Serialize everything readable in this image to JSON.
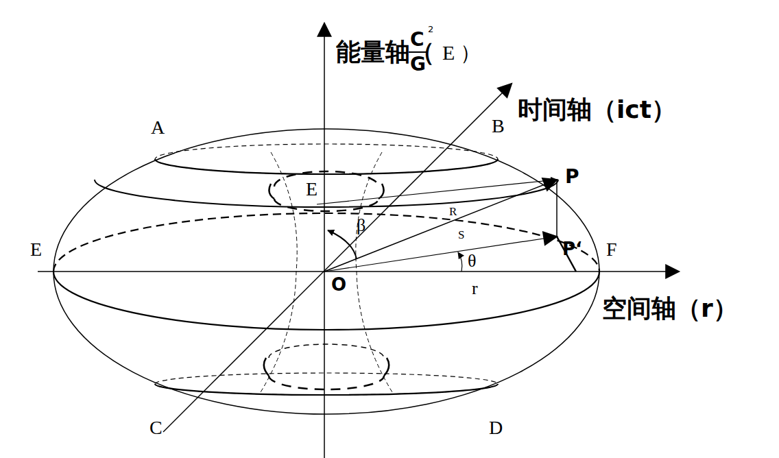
{
  "diagram": {
    "labels": [
      "能量轴（",
      "C",
      "2",
      "G",
      "E ）",
      "时间轴（ict）",
      "空间轴（r）",
      "A",
      "B",
      "C",
      "D",
      "E",
      "F",
      "E",
      "P",
      "P‘",
      "O",
      "R",
      "S",
      "r",
      "θ",
      "β"
    ]
  }
}
